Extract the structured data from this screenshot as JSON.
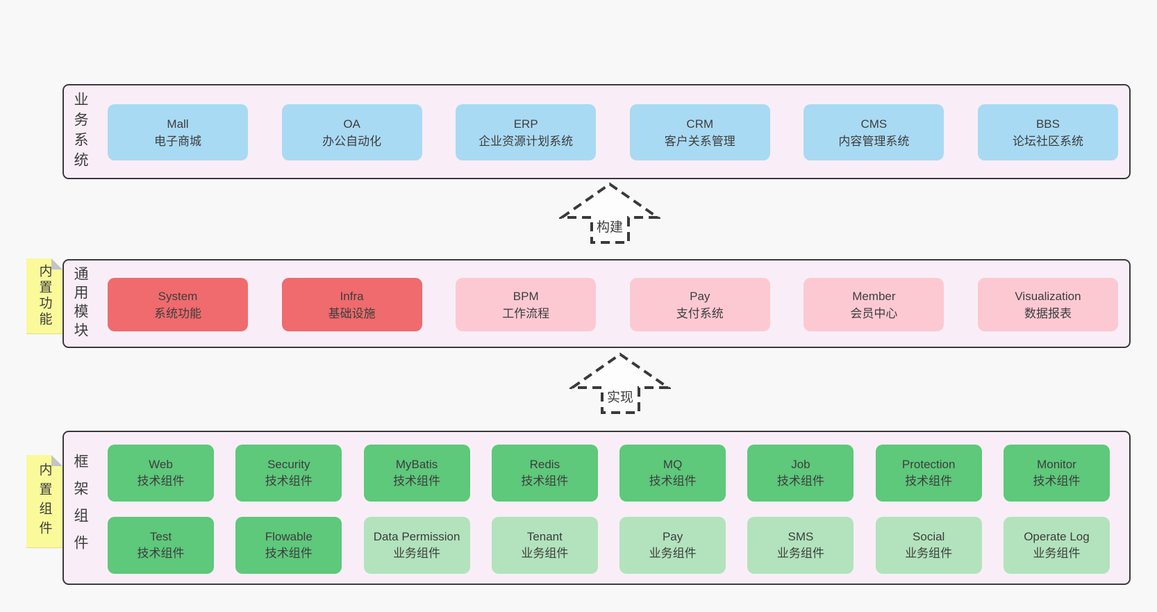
{
  "colors": {
    "page_bg": "#f8f8f8",
    "panel_bg": "#f9eef7",
    "panel_border": "#3a3a3a",
    "blue": "#a9daf3",
    "red": "#ef6b6d",
    "pink": "#fcc9d3",
    "green": "#5ec87b",
    "light_green": "#b2e3bd",
    "sticky_yellow": "#fafa9b",
    "fold_grey": "#c4c4c4",
    "text": "#3d3d3d"
  },
  "panels": [
    {
      "label": "业务系统",
      "boxes": [
        {
          "en": "Mall",
          "zh": "电子商城",
          "type": "blue"
        },
        {
          "en": "OA",
          "zh": "办公自动化",
          "type": "blue"
        },
        {
          "en": "ERP",
          "zh": "企业资源计划系统",
          "type": "blue"
        },
        {
          "en": "CRM",
          "zh": "客户关系管理",
          "type": "blue"
        },
        {
          "en": "CMS",
          "zh": "内容管理系统",
          "type": "blue"
        },
        {
          "en": "BBS",
          "zh": "论坛社区系统",
          "type": "blue"
        }
      ]
    },
    {
      "label": "通用模块",
      "sticky": "内置功能",
      "boxes": [
        {
          "en": "System",
          "zh": "系统功能",
          "type": "red"
        },
        {
          "en": "Infra",
          "zh": "基础设施",
          "type": "red"
        },
        {
          "en": "BPM",
          "zh": "工作流程",
          "type": "pink"
        },
        {
          "en": "Pay",
          "zh": "支付系统",
          "type": "pink"
        },
        {
          "en": "Member",
          "zh": "会员中心",
          "type": "pink"
        },
        {
          "en": "Visualization",
          "zh": "数据报表",
          "type": "pink"
        }
      ]
    },
    {
      "label": "框架组件",
      "sticky": "内置组件",
      "rows": [
        [
          {
            "en": "Web",
            "zh": "技术组件",
            "type": "green"
          },
          {
            "en": "Security",
            "zh": "技术组件",
            "type": "green"
          },
          {
            "en": "MyBatis",
            "zh": "技术组件",
            "type": "green"
          },
          {
            "en": "Redis",
            "zh": "技术组件",
            "type": "green"
          },
          {
            "en": "MQ",
            "zh": "技术组件",
            "type": "green"
          },
          {
            "en": "Job",
            "zh": "技术组件",
            "type": "green"
          },
          {
            "en": "Protection",
            "zh": "技术组件",
            "type": "green"
          },
          {
            "en": "Monitor",
            "zh": "技术组件",
            "type": "green"
          }
        ],
        [
          {
            "en": "Test",
            "zh": "技术组件",
            "type": "green"
          },
          {
            "en": "Flowable",
            "zh": "技术组件",
            "type": "green"
          },
          {
            "en": "Data Permission",
            "zh": "业务组件",
            "type": "lightgreen"
          },
          {
            "en": "Tenant",
            "zh": "业务组件",
            "type": "lightgreen"
          },
          {
            "en": "Pay",
            "zh": "业务组件",
            "type": "lightgreen"
          },
          {
            "en": "SMS",
            "zh": "业务组件",
            "type": "lightgreen"
          },
          {
            "en": "Social",
            "zh": "业务组件",
            "type": "lightgreen"
          },
          {
            "en": "Operate Log",
            "zh": "业务组件",
            "type": "lightgreen"
          }
        ]
      ]
    }
  ],
  "arrows": [
    {
      "label": "构建"
    },
    {
      "label": "实现"
    }
  ]
}
